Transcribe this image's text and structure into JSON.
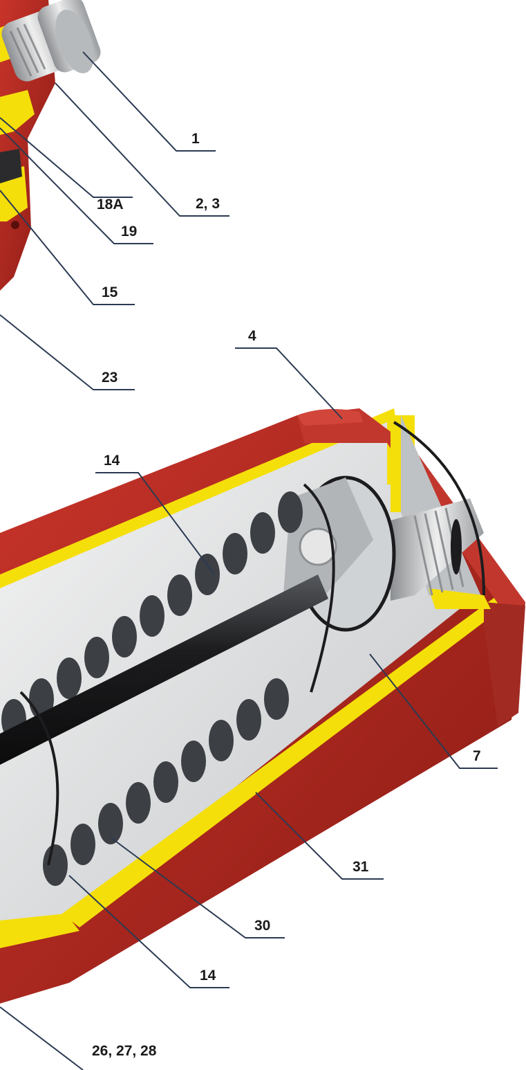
{
  "colors": {
    "housing_red": "#b3261e",
    "housing_dark": "#7e1812",
    "section_yellow": "#f5df0a",
    "piston_grey": "#c9ccce",
    "spring_dark": "#3c3f44",
    "shaft_black": "#1c1c1e",
    "steel": "#d9d9d9",
    "leader_line": "#2b3a52"
  },
  "callouts": {
    "c1": "1",
    "c2_3": "2, 3",
    "c18a": "18A",
    "c19": "19",
    "c15": "15",
    "c23": "23",
    "c4": "4",
    "c14_top": "14",
    "c7": "7",
    "c31": "31",
    "c30": "30",
    "c14_bottom": "14",
    "c26_27_28": "26, 27, 28"
  }
}
